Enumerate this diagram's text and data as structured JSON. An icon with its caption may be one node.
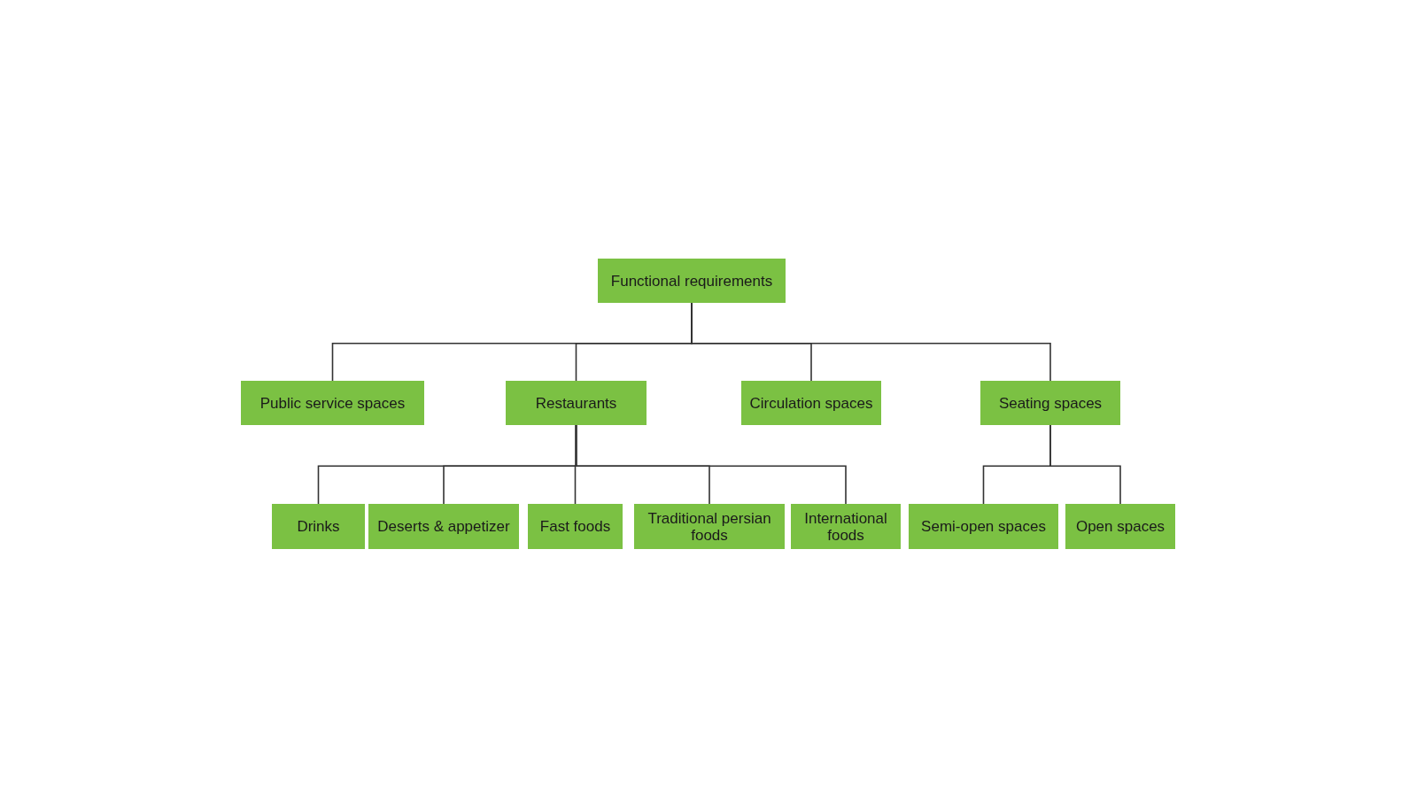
{
  "diagram": {
    "nodes": [
      {
        "text": [
          "Functional requirements"
        ]
      },
      {
        "text": [
          "Public service spaces"
        ]
      },
      {
        "text": [
          "Restaurants"
        ]
      },
      {
        "text": [
          "Circulation spaces"
        ]
      },
      {
        "text": [
          "Seating spaces"
        ]
      },
      {
        "text": [
          "Drinks"
        ]
      },
      {
        "text": [
          "Deserts & appetizer"
        ]
      },
      {
        "text": [
          "Fast foods"
        ]
      },
      {
        "text": [
          "Traditional persian foods"
        ]
      },
      {
        "text": [
          "International foods"
        ]
      },
      {
        "text": [
          "Semi-open spaces"
        ]
      },
      {
        "text": [
          "Open spaces"
        ]
      }
    ],
    "edges": [
      {
        "from": 0,
        "to": 1,
        "arrow": "none"
      },
      {
        "from": 0,
        "to": 2,
        "arrow": "none"
      },
      {
        "from": 0,
        "to": 3,
        "arrow": "none"
      },
      {
        "from": 0,
        "to": 4,
        "arrow": "none"
      },
      {
        "from": 2,
        "to": 5,
        "arrow": "none"
      },
      {
        "from": 2,
        "to": 6,
        "arrow": "none"
      },
      {
        "from": 2,
        "to": 7,
        "arrow": "none"
      },
      {
        "from": 2,
        "to": 8,
        "arrow": "none"
      },
      {
        "from": 2,
        "to": 9,
        "arrow": "none"
      },
      {
        "from": 4,
        "to": 10,
        "arrow": "none"
      },
      {
        "from": 4,
        "to": 11,
        "arrow": "none"
      }
    ]
  }
}
